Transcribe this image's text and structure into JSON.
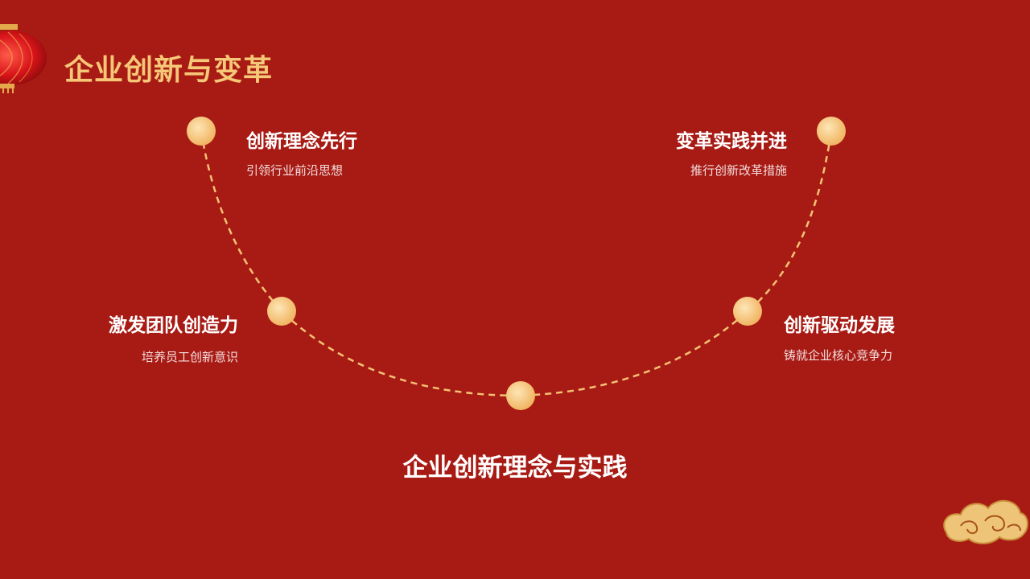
{
  "title": "企业创新与变革",
  "nodes": [
    {
      "title": "创新理念先行",
      "desc": "引领行业前沿思想"
    },
    {
      "title": "变革实践并进",
      "desc": "推行创新改革措施"
    },
    {
      "title": "激发团队创造力",
      "desc": "培养员工创新意识"
    },
    {
      "title": "创新驱动发展",
      "desc": "铸就企业核心竞争力"
    }
  ],
  "center_caption": "企业创新理念与实践",
  "colors": {
    "background": "#a81b14",
    "accent_gold": "#f6c777",
    "dot_gold": "#f7c982"
  },
  "decorations": [
    "lantern-icon",
    "auspicious-cloud-icon"
  ]
}
